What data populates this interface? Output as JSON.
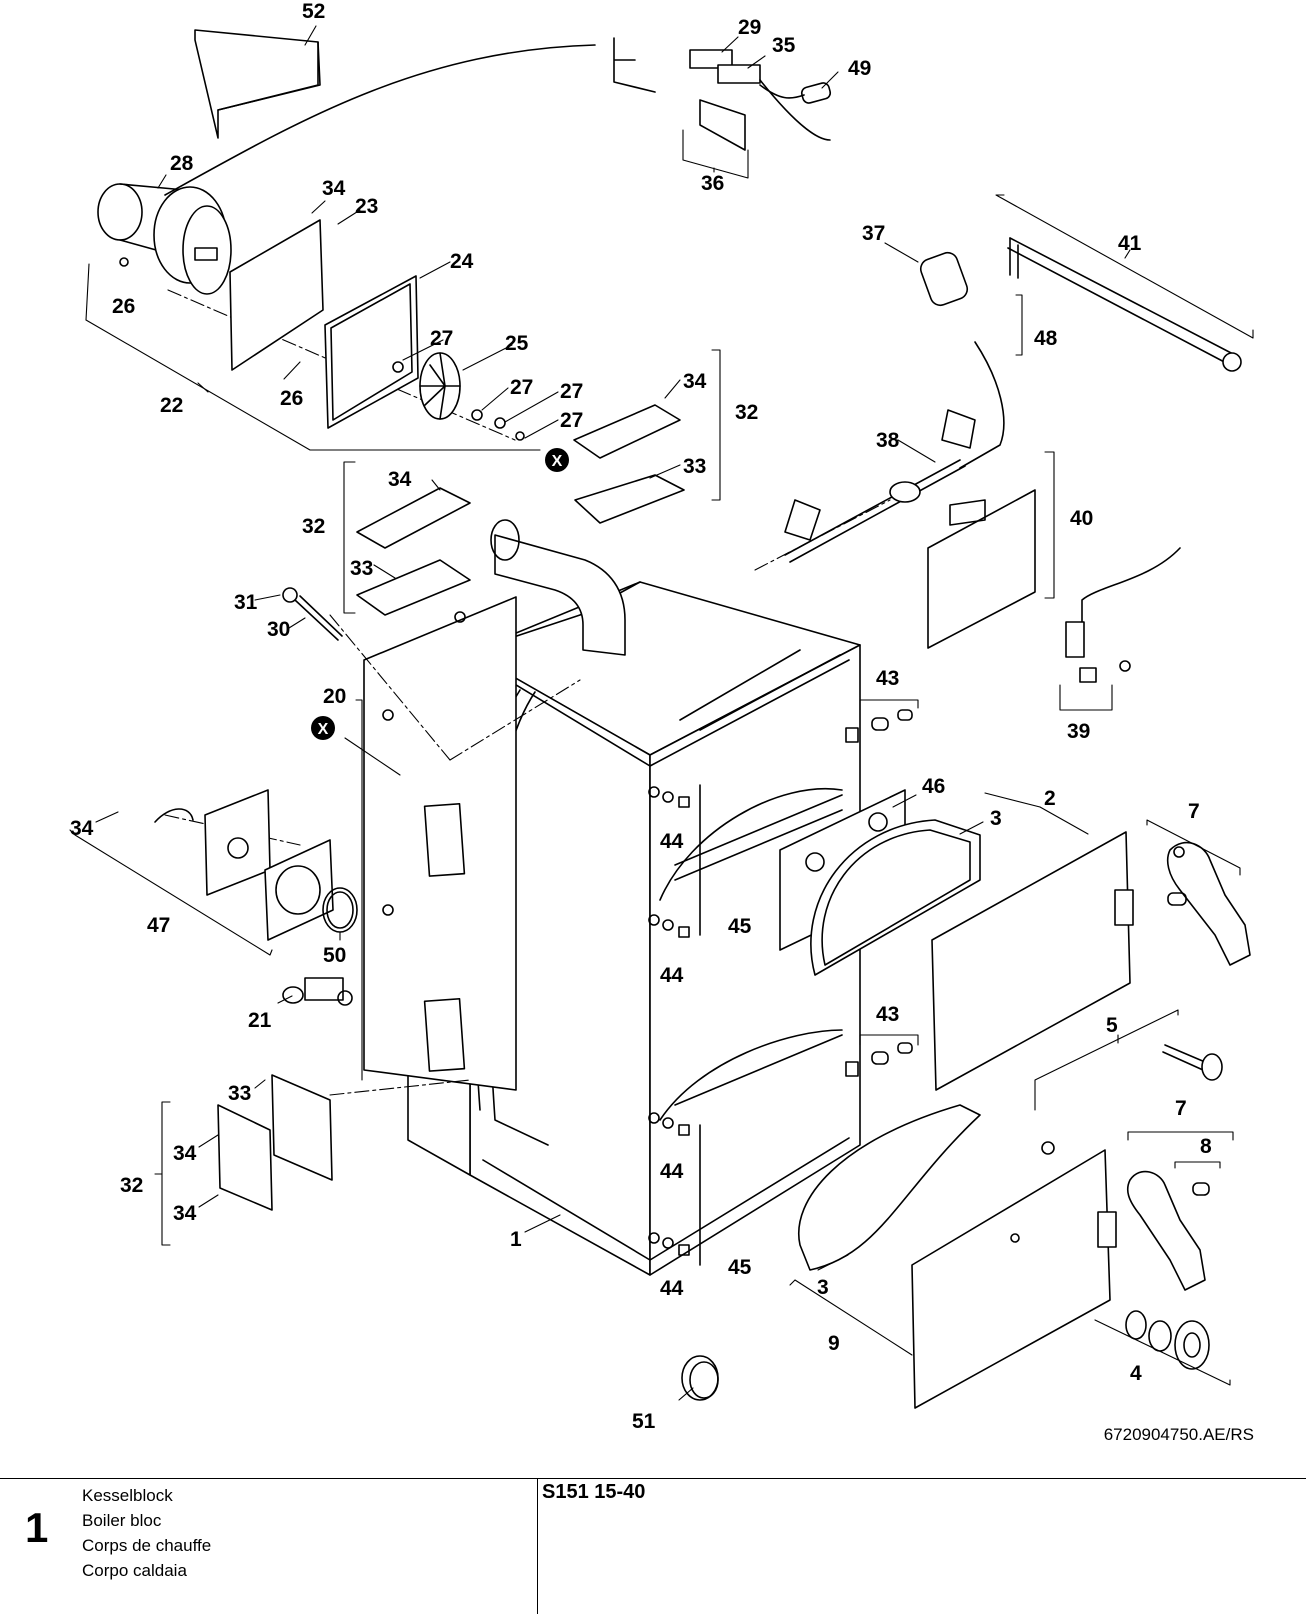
{
  "callouts": {
    "c1": "1",
    "c2": "2",
    "c3a": "3",
    "c3b": "3",
    "c4": "4",
    "c5": "5",
    "c7a": "7",
    "c7b": "7",
    "c8": "8",
    "c9": "9",
    "c20": "20",
    "c21": "21",
    "c22": "22",
    "c23": "23",
    "c24": "24",
    "c25": "25",
    "c26a": "26",
    "c26b": "26",
    "c27a": "27",
    "c27b": "27",
    "c27c": "27",
    "c27d": "27",
    "c28": "28",
    "c29": "29",
    "c30": "30",
    "c31": "31",
    "c32a": "32",
    "c32b": "32",
    "c32c": "32",
    "c33a": "33",
    "c33b": "33",
    "c33c": "33",
    "c34a": "34",
    "c34b": "34",
    "c34c": "34",
    "c34d": "34",
    "c34e": "34",
    "c34f": "34",
    "c35": "35",
    "c36": "36",
    "c37": "37",
    "c38": "38",
    "c39": "39",
    "c40": "40",
    "c41": "41",
    "c43a": "43",
    "c43b": "43",
    "c44a": "44",
    "c44b": "44",
    "c44c": "44",
    "c44d": "44",
    "c45a": "45",
    "c45b": "45",
    "c46": "46",
    "c47": "47",
    "c48": "48",
    "c49": "49",
    "c50": "50",
    "c51": "51",
    "c52": "52",
    "xmark1": "X",
    "xmark2": "X"
  },
  "document_number": "6720904750.AE/RS",
  "footer": {
    "sheet_number": "1",
    "titles": [
      "Kesselblock",
      "Boiler bloc",
      "Corps de chauffe",
      "Corpo caldaia"
    ],
    "model": "S151 15-40"
  }
}
